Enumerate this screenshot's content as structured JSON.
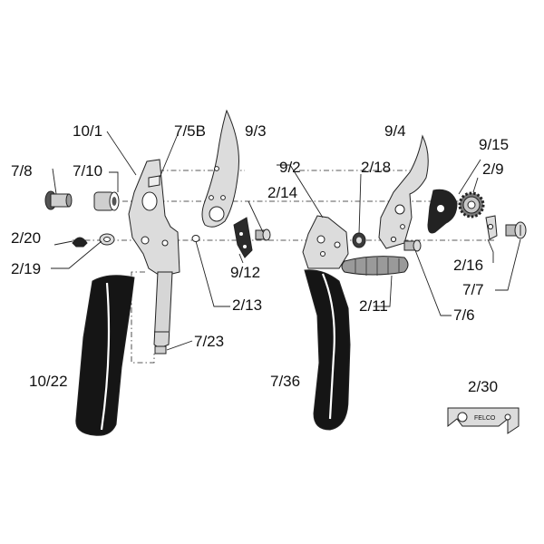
{
  "parts": {
    "p10_1": "10/1",
    "p7_5b": "7/5B",
    "p9_3": "9/3",
    "p9_4": "9/4",
    "p9_15": "9/15",
    "p7_8": "7/8",
    "p7_10": "7/10",
    "p9_2": "9/2",
    "p2_18": "2/18",
    "p2_9": "2/9",
    "p2_14": "2/14",
    "p2_20": "2/20",
    "p2_19": "2/19",
    "p9_12": "9/12",
    "p2_13": "2/13",
    "p2_16": "2/16",
    "p7_7": "7/7",
    "p2_11": "2/11",
    "p7_6": "7/6",
    "p7_23": "7/23",
    "p10_22": "10/22",
    "p7_36": "7/36",
    "p2_30": "2/30"
  },
  "wrench_brand": "FELCO",
  "colors": {
    "ink": "#111111",
    "metal": "#dcdcdc",
    "metal_dark": "#9a9a9a",
    "grip": "#151515"
  }
}
